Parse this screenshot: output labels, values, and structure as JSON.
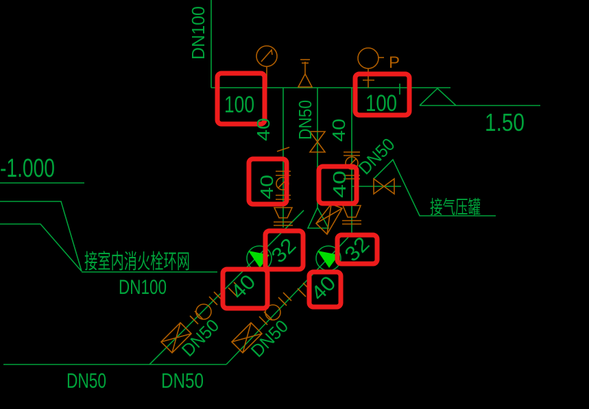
{
  "colors": {
    "background": "#000000",
    "pipe_green": "#00a33b",
    "meter_green": "#00dd00",
    "valve_orange": "#b25f00",
    "highlight_red": "#ee1c1c"
  },
  "labels": {
    "riser_size": "DN100",
    "elevation_main": "1.50",
    "elevation_left": "-1.000",
    "hydrant_note": "接室内消火栓环网",
    "hydrant_size": "DN100",
    "tank_note": "接气压罐",
    "gauge_letter": "P",
    "center_drop_size": "DN50",
    "left_drop_size": "40",
    "right_drop_size": "40",
    "upper_diag_size": "DN50",
    "left_diag_size": "DN50",
    "right_diag_size": "DN50",
    "bottom_size_1": "DN50",
    "bottom_size_2": "DN50"
  },
  "highlights": {
    "left_100": "100",
    "right_100": "100",
    "left_40_upper": "40",
    "right_40_upper": "40",
    "left_32": "32",
    "right_32": "32",
    "left_40_lower": "40",
    "right_40_lower": "40"
  }
}
